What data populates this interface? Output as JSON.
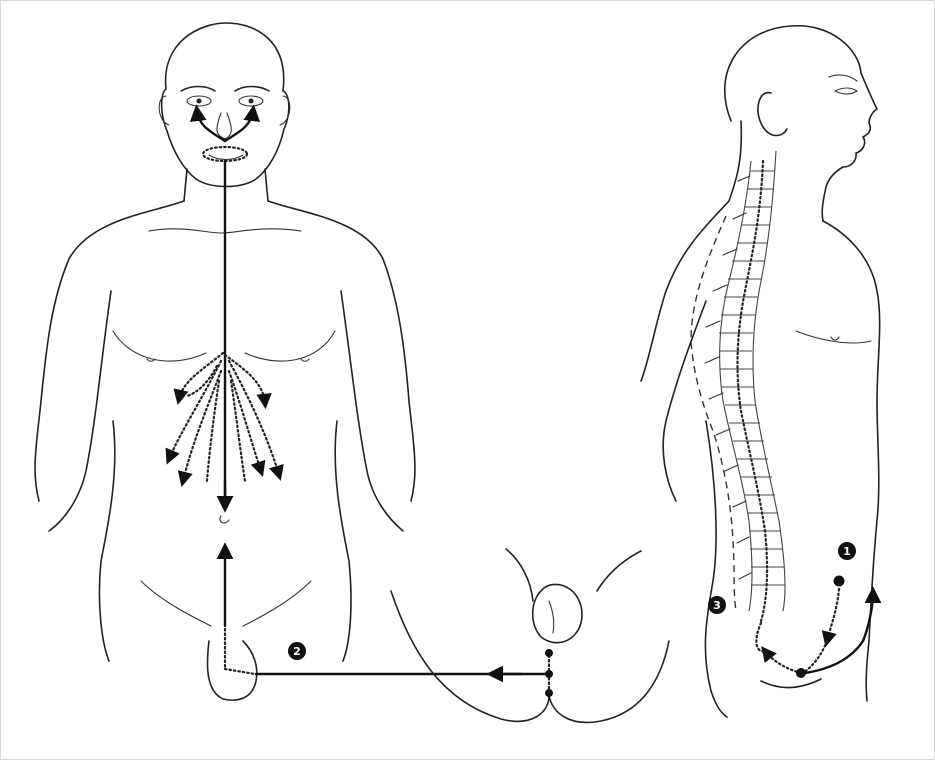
{
  "figure": {
    "labels": [
      {
        "id": "marker-1",
        "text": "1"
      },
      {
        "id": "marker-2",
        "text": "2"
      },
      {
        "id": "marker-3",
        "text": "3"
      }
    ],
    "colors": {
      "line": "#222222",
      "background": "#ffffff",
      "marker_fill": "#111111"
    }
  }
}
